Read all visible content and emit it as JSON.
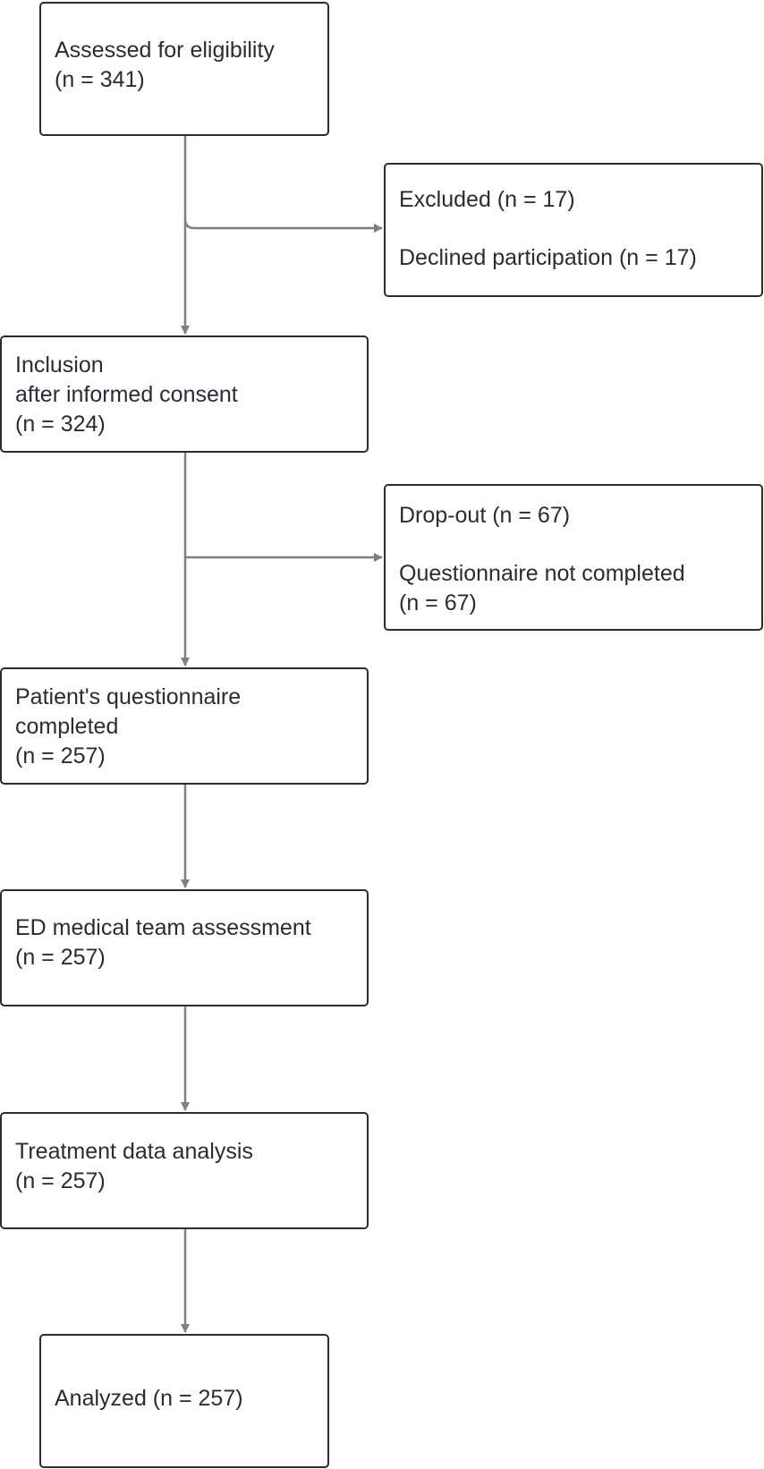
{
  "flowchart": {
    "eligibility": {
      "lines": [
        "Assessed for eligibility",
        "(n = 341)"
      ]
    },
    "excluded": {
      "title": "Excluded (n = 17)",
      "detail_lines": [
        "Declined participation (n = 17)"
      ]
    },
    "inclusion": {
      "lines": [
        "Inclusion",
        "after informed consent",
        "(n = 324)"
      ]
    },
    "dropout": {
      "title": "Drop-out (n = 67)",
      "detail_lines": [
        "Questionnaire not completed",
        "(n = 67)"
      ]
    },
    "questionnaire": {
      "lines": [
        "Patient's questionnaire",
        "completed",
        "(n = 257)"
      ]
    },
    "ed_assessment": {
      "lines": [
        "ED medical team assessment",
        "(n = 257)"
      ]
    },
    "treatment": {
      "lines": [
        "Treatment data analysis",
        "(n = 257)"
      ]
    },
    "analyzed": {
      "lines": [
        "Analyzed (n = 257)"
      ]
    }
  },
  "colors": {
    "box_border": "#282c33",
    "text": "#282c33",
    "connector": "#7f7f7f",
    "background": "#ffffff"
  }
}
